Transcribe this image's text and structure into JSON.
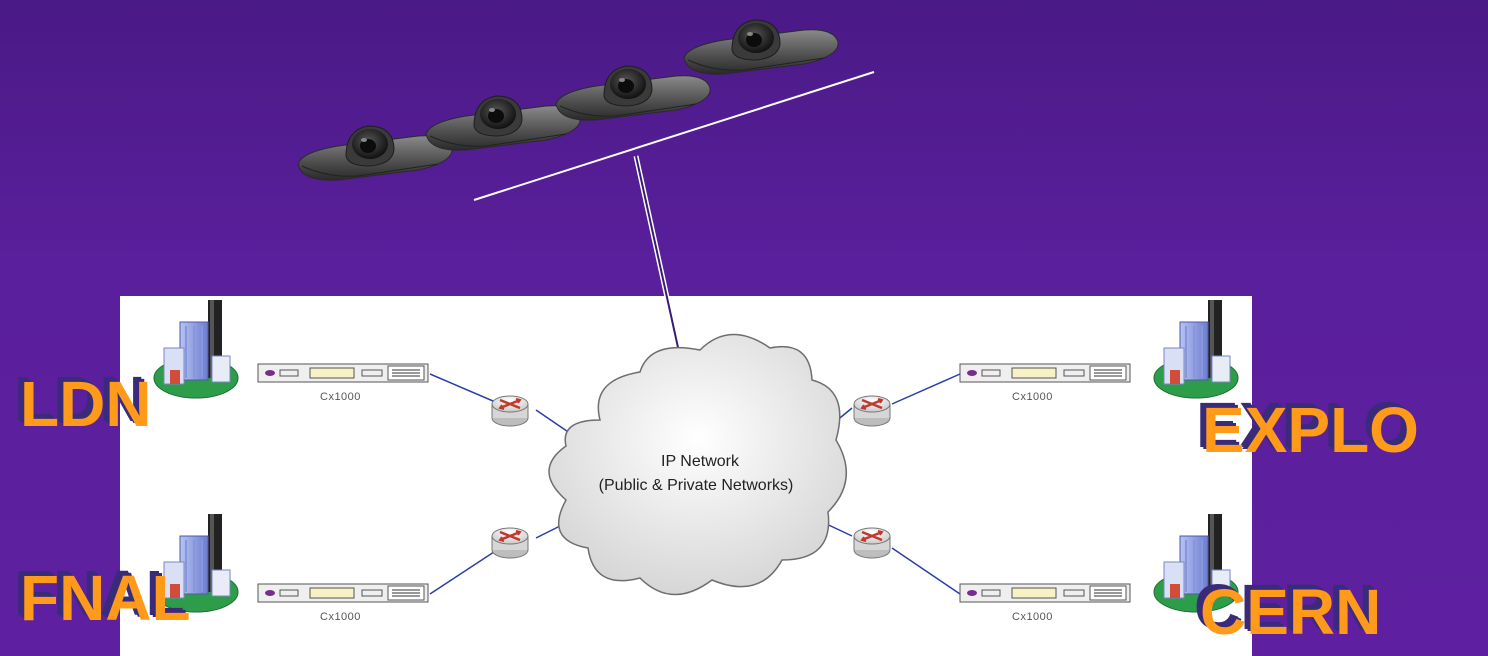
{
  "sites": {
    "ldn": "LDN",
    "explo": "EXPLO",
    "fnal": "FNAL",
    "cern": "CERN"
  },
  "cloud": {
    "line1": "IP Network",
    "line2": "(Public & Private Networks)"
  },
  "devices": {
    "label": "Cx1000"
  },
  "colors": {
    "background": "#5a1f9c",
    "label": "#ff9a1a",
    "label_shadow": "#3a2b7a",
    "link": "#2a3ea8"
  },
  "icons": [
    "video-conference-unit-icon",
    "building-icon",
    "router-icon",
    "cloud-icon",
    "gateway-device-icon"
  ]
}
